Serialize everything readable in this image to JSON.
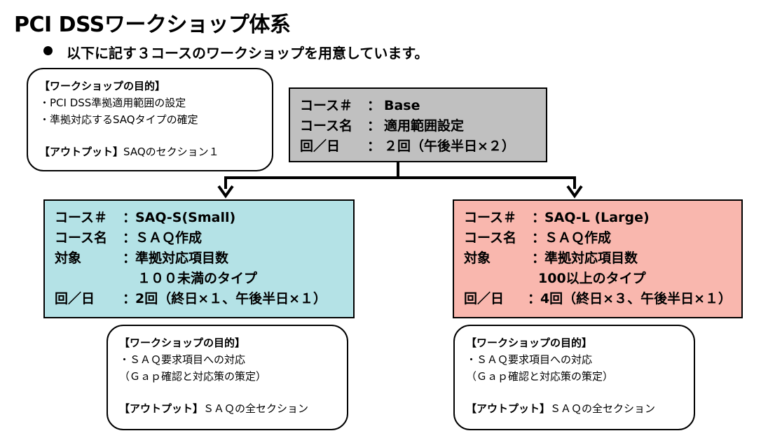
{
  "title": "PCI DSSワークショップ体系",
  "subtitle": "以下に記す３コースのワークショップを用意しています。",
  "top_note": {
    "purpose_header": "【ワークショップの目的】",
    "items": [
      "・PCI DSS準拠適用範囲の設定",
      "・準拠対応するSAQタイプの確定"
    ],
    "output_header": "【アウトプット】",
    "output_value": "SAQのセクション１"
  },
  "base_course": {
    "rows": [
      {
        "key": "コース＃",
        "colon": "：",
        "value": "Base"
      },
      {
        "key": "コース名",
        "colon": "：",
        "value": "適用範囲設定"
      },
      {
        "key": "回／日",
        "colon": "：",
        "value": "２回（午後半日×２）"
      }
    ]
  },
  "small_course": {
    "rows": [
      {
        "key": "コース＃",
        "colon": "：",
        "value": "SAQ-S(Small)"
      },
      {
        "key": "コース名",
        "colon": "：",
        "value": "ＳＡＱ作成"
      },
      {
        "key": "対象",
        "colon": "：",
        "value": "準拠対応項目数"
      }
    ],
    "target_cont": "１００未満のタイプ",
    "freq": {
      "key": "回／日",
      "colon": "：",
      "value": "2回（終日×１、午後半日×１）"
    }
  },
  "large_course": {
    "rows": [
      {
        "key": "コース＃",
        "colon": "：",
        "value": "SAQ-L (Large)"
      },
      {
        "key": "コース名",
        "colon": "：",
        "value": "ＳＡＱ作成"
      },
      {
        "key": "対象",
        "colon": "：",
        "value": "準拠対応項目数"
      }
    ],
    "target_cont": "100以上のタイプ",
    "freq": {
      "key": "回／日",
      "colon": "：",
      "value": "4回（終日×３、午後半日×１）"
    }
  },
  "small_note": {
    "purpose_header": "【ワークショップの目的】",
    "items": [
      "・ＳＡＱ要求項目への対応",
      "（Ｇａｐ確認と対応策の策定）"
    ],
    "output_header": "【アウトプット】",
    "output_value": "ＳＡＱの全セクション"
  },
  "large_note": {
    "purpose_header": "【ワークショップの目的】",
    "items": [
      "・ＳＡＱ要求項目への対応",
      "（Ｇａｐ確認と対応策の策定）"
    ],
    "output_header": "【アウトプット】",
    "output_value": "ＳＡＱの全セクション"
  },
  "colors": {
    "base_fill": "#c0c0c0",
    "small_fill": "#b4e2e6",
    "large_fill": "#f9b7ae",
    "connector": "#000000"
  }
}
